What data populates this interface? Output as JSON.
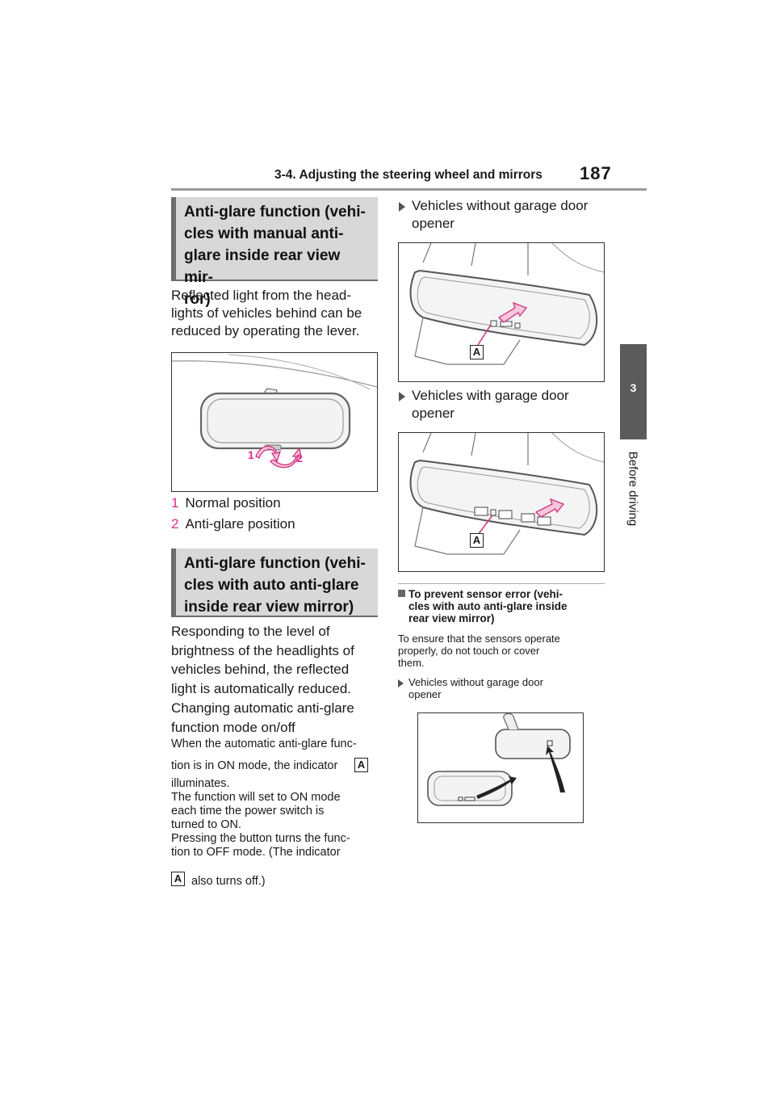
{
  "header": {
    "section_title": "3-4. Adjusting the steering wheel and mirrors",
    "page_number": "187"
  },
  "side_tab": {
    "chapter_number": "3",
    "chapter_label": "Before driving"
  },
  "left_column": {
    "section1_title": "Anti-glare function (vehi-cles with manual anti-glare inside rear view mir-ror)",
    "section1_lines": [
      "Anti-glare function (vehi-",
      "cles with manual anti-",
      "glare inside rear view mir-",
      "ror)"
    ],
    "section1_paragraph_lines": [
      "Reflected light from the head-",
      "lights of vehicles behind can be",
      "reduced by operating the lever."
    ],
    "figure1_labels": [
      "1",
      "2"
    ],
    "positions": [
      {
        "num": "1",
        "label": "Normal position"
      },
      {
        "num": "2",
        "label": "Anti-glare position"
      }
    ],
    "section2_lines": [
      "Anti-glare function (vehi-",
      "cles with auto anti-glare",
      "inside rear view mirror)"
    ],
    "paragraph2_lines": [
      "Responding to the level of",
      "brightness of the headlights of",
      "vehicles behind, the reflected",
      "light is automatically reduced."
    ],
    "paragraph3_lines": [
      "Changing automatic anti-glare",
      "function mode on/off"
    ],
    "paragraph4_line": "When the automatic anti-glare func-",
    "paragraph4_line2": "tion is in ON mode, the indicator",
    "indicator_label": "A",
    "paragraph5_lines": [
      "illuminates.",
      "The function will set to ON mode",
      "each time the power switch is",
      "turned to ON.",
      "Pressing the button turns the func-",
      "tion to OFF mode. (The indicator"
    ],
    "paragraph6": "also turns off.)"
  },
  "right_column": {
    "option1_lines": [
      "Vehicles without garage door",
      "opener"
    ],
    "figure2_label": "A",
    "option2_lines": [
      "Vehicles with garage door",
      "opener"
    ],
    "figure3_label": "A",
    "note_title_lines": [
      "To prevent sensor error (vehi-",
      "cles with auto anti-glare inside",
      "rear view mirror)"
    ],
    "note_body_lines": [
      "To ensure that the sensors operate",
      "properly, do not touch or cover",
      "them."
    ],
    "note_bullet_lines": [
      "Vehicles without garage door",
      "opener"
    ]
  }
}
